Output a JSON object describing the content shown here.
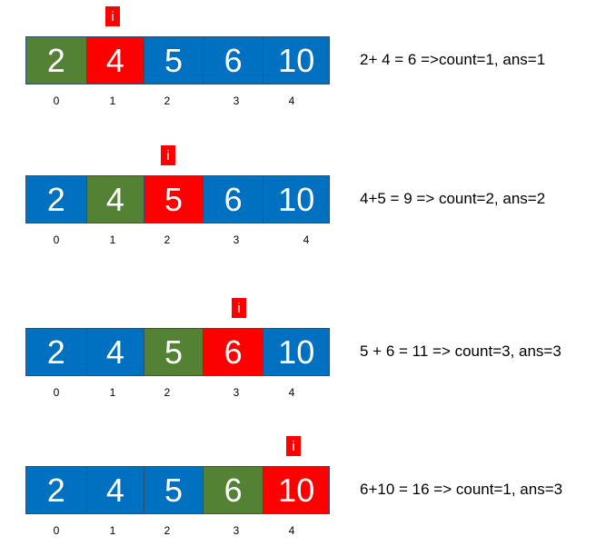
{
  "colors": {
    "default": "#0070C0",
    "current": "#FF0000",
    "previous": "#548235",
    "pointer": "#FF0000"
  },
  "pointer_label": "i",
  "rows": [
    {
      "values": [
        "2",
        "4",
        "5",
        "6",
        "10"
      ],
      "cell_states": [
        "previous",
        "current",
        "default",
        "default",
        "default"
      ],
      "indices": [
        "0",
        "1",
        "2",
        "3",
        "4"
      ],
      "pointer_index": 1,
      "equation": "2+ 4 = 6 =>count=1, ans=1"
    },
    {
      "values": [
        "2",
        "4",
        "5",
        "6",
        "10"
      ],
      "cell_states": [
        "default",
        "previous",
        "current",
        "default",
        "default"
      ],
      "indices": [
        "0",
        "1",
        "2",
        "3",
        "4"
      ],
      "pointer_index": 2,
      "equation": "4+5 = 9 => count=2, ans=2"
    },
    {
      "values": [
        "2",
        "4",
        "5",
        "6",
        "10"
      ],
      "cell_states": [
        "default",
        "default",
        "previous",
        "current",
        "default"
      ],
      "indices": [
        "0",
        "1",
        "2",
        "3",
        "4"
      ],
      "pointer_index": 3,
      "equation": "5 + 6 = 11 => count=3, ans=3"
    },
    {
      "values": [
        "2",
        "4",
        "5",
        "6",
        "10"
      ],
      "cell_states": [
        "default",
        "default",
        "default",
        "previous",
        "current"
      ],
      "indices": [
        "0",
        "1",
        "2",
        "3",
        "4"
      ],
      "pointer_index": 4,
      "equation": "6+10 = 16 => count=1, ans=3"
    }
  ]
}
